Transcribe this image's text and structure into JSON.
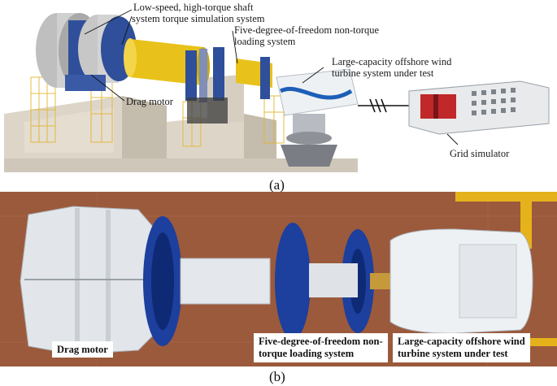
{
  "panel_a": {
    "label_low_speed_line1": "Low-speed, high-torque shaft",
    "label_low_speed_line2": "system torque simulation system",
    "label_five_dof_line1": "Five-degree-of-freedom non-torque",
    "label_five_dof_line2": "loading system",
    "label_turbine_line1": "Large-capacity offshore wind",
    "label_turbine_line2": "turbine system under test",
    "label_drag_motor": "Drag motor",
    "label_grid_simulator": "Grid simulator",
    "caption": "(a)"
  },
  "panel_b": {
    "label_drag_motor": "Drag motor",
    "label_five_dof_line1": "Five-degree-of-freedom non-",
    "label_five_dof_line2": "torque loading system",
    "label_turbine_line1": "Large-capacity offshore wind",
    "label_turbine_line2": "turbine system under test",
    "caption": "(b)"
  },
  "colors": {
    "steel_blue": "#2f4f9a",
    "shaft_yellow": "#e8c21a",
    "concrete": "#d9d2c4",
    "floor_wood": "#9b5a3c",
    "nacelle_white": "#eef1f4",
    "grid_red": "#c0282a"
  }
}
